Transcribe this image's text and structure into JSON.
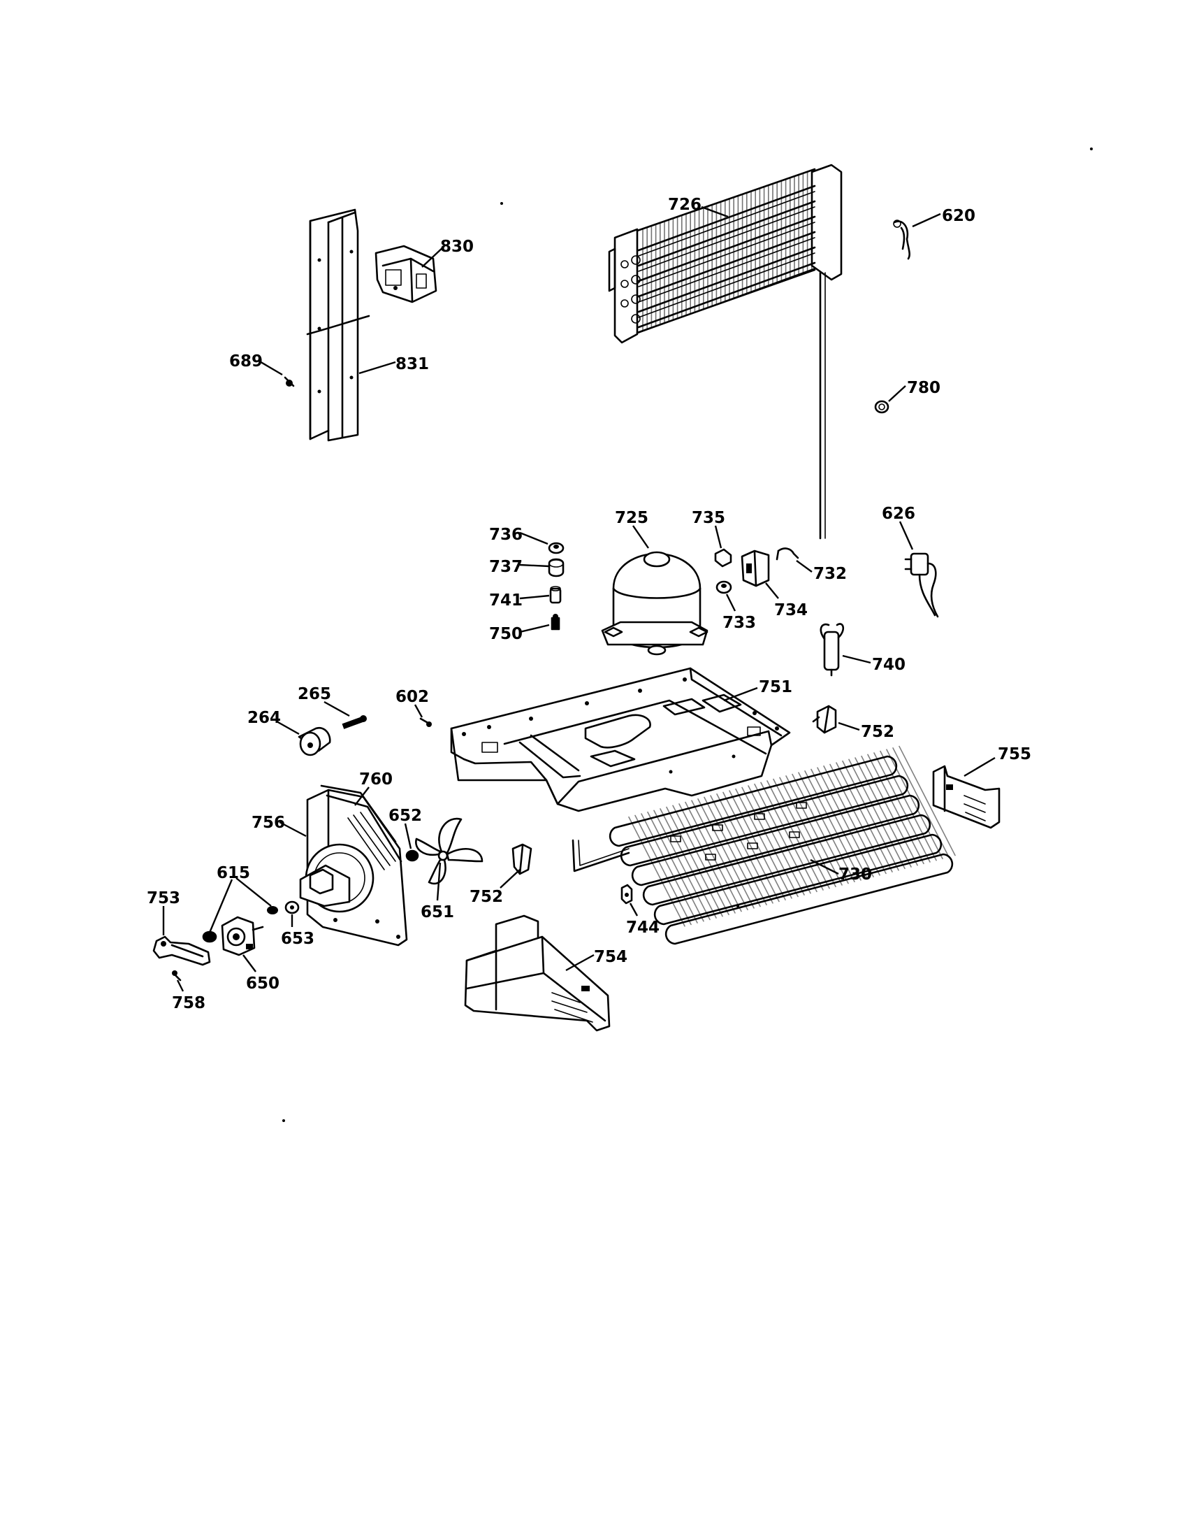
{
  "diagram": {
    "callouts": [
      {
        "id": "c726",
        "number": "726"
      },
      {
        "id": "c620",
        "number": "620"
      },
      {
        "id": "c830",
        "number": "830"
      },
      {
        "id": "c689",
        "number": "689"
      },
      {
        "id": "c831",
        "number": "831"
      },
      {
        "id": "c780",
        "number": "780"
      },
      {
        "id": "c626",
        "number": "626"
      },
      {
        "id": "c725",
        "number": "725"
      },
      {
        "id": "c736",
        "number": "736"
      },
      {
        "id": "c737",
        "number": "737"
      },
      {
        "id": "c741",
        "number": "741"
      },
      {
        "id": "c750",
        "number": "750"
      },
      {
        "id": "c735",
        "number": "735"
      },
      {
        "id": "c732",
        "number": "732"
      },
      {
        "id": "c733",
        "number": "733"
      },
      {
        "id": "c734",
        "number": "734"
      },
      {
        "id": "c740",
        "number": "740"
      },
      {
        "id": "c751",
        "number": "751"
      },
      {
        "id": "c752a",
        "number": "752"
      },
      {
        "id": "c755",
        "number": "755"
      },
      {
        "id": "c265",
        "number": "265"
      },
      {
        "id": "c264",
        "number": "264"
      },
      {
        "id": "c602",
        "number": "602"
      },
      {
        "id": "c760",
        "number": "760"
      },
      {
        "id": "c756",
        "number": "756"
      },
      {
        "id": "c652",
        "number": "652"
      },
      {
        "id": "c615",
        "number": "615"
      },
      {
        "id": "c753",
        "number": "753"
      },
      {
        "id": "c651",
        "number": "651"
      },
      {
        "id": "c653",
        "number": "653"
      },
      {
        "id": "c752b",
        "number": "752"
      },
      {
        "id": "c730",
        "number": "730"
      },
      {
        "id": "c744",
        "number": "744"
      },
      {
        "id": "c754",
        "number": "754"
      },
      {
        "id": "c650",
        "number": "650"
      },
      {
        "id": "c758",
        "number": "758"
      }
    ]
  }
}
